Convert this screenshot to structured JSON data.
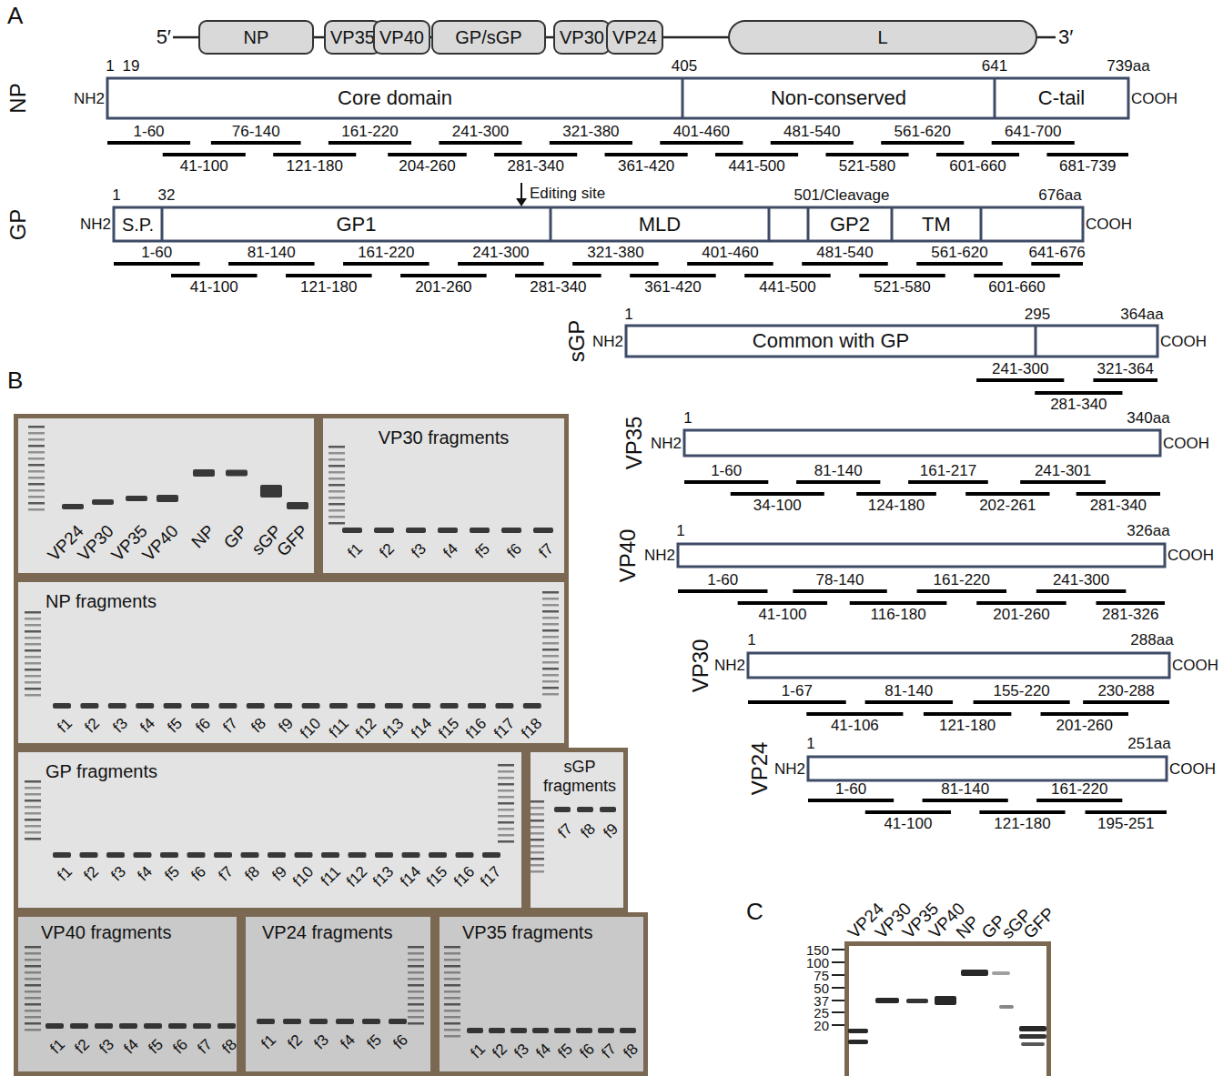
{
  "diagram": {
    "nodes": [
      {
        "text": [
          "NP"
        ]
      },
      {
        "text": [
          "VP35"
        ]
      },
      {
        "text": [
          "VP40"
        ]
      },
      {
        "text": [
          "GP/sGP"
        ]
      },
      {
        "text": [
          "VP30"
        ]
      },
      {
        "text": [
          "VP24"
        ]
      },
      {
        "text": [
          "L"
        ]
      },
      {
        "text": [
          "Core domain"
        ]
      },
      {
        "text": [
          "Non-conserved"
        ]
      },
      {
        "text": [
          "C-tail"
        ]
      },
      {
        "text": [
          "S.P."
        ]
      },
      {
        "text": [
          "GP1"
        ]
      },
      {
        "text": [
          "MLD"
        ]
      },
      {
        "text": [
          "GP2"
        ]
      },
      {
        "text": [
          "TM"
        ]
      },
      {
        "text": [
          "Common with GP"
        ]
      },
      {
        "text": [
          "VP30 fragments"
        ]
      },
      {
        "text": [
          "NP fragments"
        ]
      },
      {
        "text": [
          "GP fragments"
        ]
      },
      {
        "text": [
          "sGP fragments"
        ]
      },
      {
        "text": [
          "VP40 fragments"
        ]
      },
      {
        "text": [
          "VP24 fragments"
        ]
      },
      {
        "text": [
          "VP35 fragments"
        ]
      }
    ],
    "labels": [
      "A",
      "5′",
      "3′",
      "NP",
      "NH2",
      "COOH",
      "1",
      "19",
      "405",
      "641",
      "739aa",
      "1-60",
      "76-140",
      "161-220",
      "241-300",
      "321-380",
      "401-460",
      "481-540",
      "561-620",
      "641-700",
      "41-100",
      "121-180",
      "204-260",
      "281-340",
      "361-420",
      "441-500",
      "521-580",
      "601-660",
      "681-739",
      "GP",
      "NH2",
      "COOH",
      "1",
      "32",
      "501/Cleavage",
      "676aa",
      "Editing site",
      "1-60",
      "81-140",
      "161-220",
      "241-300",
      "321-380",
      "401-460",
      "481-540",
      "561-620",
      "641-676",
      "41-100",
      "121-180",
      "201-260",
      "281-340",
      "361-420",
      "441-500",
      "521-580",
      "601-660",
      "sGP",
      "NH2",
      "COOH",
      "1",
      "295",
      "364aa",
      "241-300",
      "321-364",
      "281-340",
      "VP35",
      "NH2",
      "COOH",
      "1",
      "340aa",
      "1-60",
      "81-140",
      "161-217",
      "241-301",
      "34-100",
      "124-180",
      "202-261",
      "281-340",
      "VP40",
      "NH2",
      "COOH",
      "1",
      "326aa",
      "1-60",
      "78-140",
      "161-220",
      "241-300",
      "41-100",
      "116-180",
      "201-260",
      "281-326",
      "VP30",
      "NH2",
      "COOH",
      "1",
      "288aa",
      "1-67",
      "81-140",
      "155-220",
      "230-288",
      "41-106",
      "121-180",
      "201-260",
      "VP24",
      "NH2",
      "COOH",
      "1",
      "251aa",
      "1-60",
      "81-140",
      "161-220",
      "41-100",
      "121-180",
      "195-251",
      "B",
      "VP24",
      "VP30",
      "VP35",
      "VP40",
      "NP",
      "GP",
      "sGP",
      "GFP",
      "f1",
      "f2",
      "f3",
      "f4",
      "f5",
      "f6",
      "f7",
      "f1",
      "f2",
      "f3",
      "f4",
      "f5",
      "f6",
      "f7",
      "f8",
      "f9",
      "f10",
      "f11",
      "f12",
      "f13",
      "f14",
      "f15",
      "f16",
      "f17",
      "f18",
      "f1",
      "f2",
      "f3",
      "f4",
      "f5",
      "f6",
      "f7",
      "f8",
      "f9",
      "f10",
      "f11",
      "f12",
      "f13",
      "f14",
      "f15",
      "f16",
      "f17",
      "f7",
      "f8",
      "f9",
      "f1",
      "f2",
      "f3",
      "f4",
      "f5",
      "f6",
      "f7",
      "f8",
      "f1",
      "f2",
      "f3",
      "f4",
      "f5",
      "f6",
      "f1",
      "f2",
      "f3",
      "f4",
      "f5",
      "f6",
      "f7",
      "f8",
      "C",
      "VP24",
      "VP30",
      "VP35",
      "VP40",
      "NP",
      "GP",
      "sGP",
      "GFP",
      "150",
      "100",
      "75",
      "50",
      "37",
      "25",
      "20"
    ]
  }
}
